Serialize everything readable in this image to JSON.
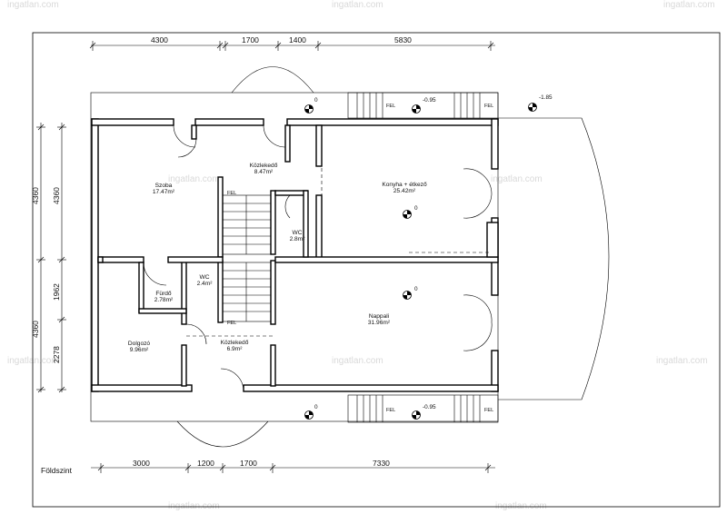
{
  "title": "Földszint",
  "dimensions": {
    "top": [
      "4300",
      "1700",
      "1400",
      "5830"
    ],
    "bottom": [
      "3000",
      "1200",
      "1700",
      "7330"
    ],
    "left_outer": [
      "4360",
      "4360"
    ],
    "left_inner": [
      "4360",
      "1962",
      "2278"
    ]
  },
  "rooms": [
    {
      "name": "Szoba",
      "area": "17.47m²"
    },
    {
      "name": "Közlekedő",
      "area": "8.47m²"
    },
    {
      "name": "Konyha + étkező",
      "area": "25.42m²"
    },
    {
      "name": "WC",
      "area": "2.8m²"
    },
    {
      "name": "WC",
      "area": "2.4m²"
    },
    {
      "name": "Fürdő",
      "area": "2.78m²"
    },
    {
      "name": "Dolgozó",
      "area": "9.96m²"
    },
    {
      "name": "Közlekedő",
      "area": "6.9m²"
    },
    {
      "name": "Nappali",
      "area": "31.96m²"
    }
  ],
  "levels": [
    "0",
    "-0.95",
    "-1.85",
    "0",
    "0",
    "0",
    "-0.95"
  ],
  "stair_label": "FEL",
  "watermark": "ingatlan.com"
}
